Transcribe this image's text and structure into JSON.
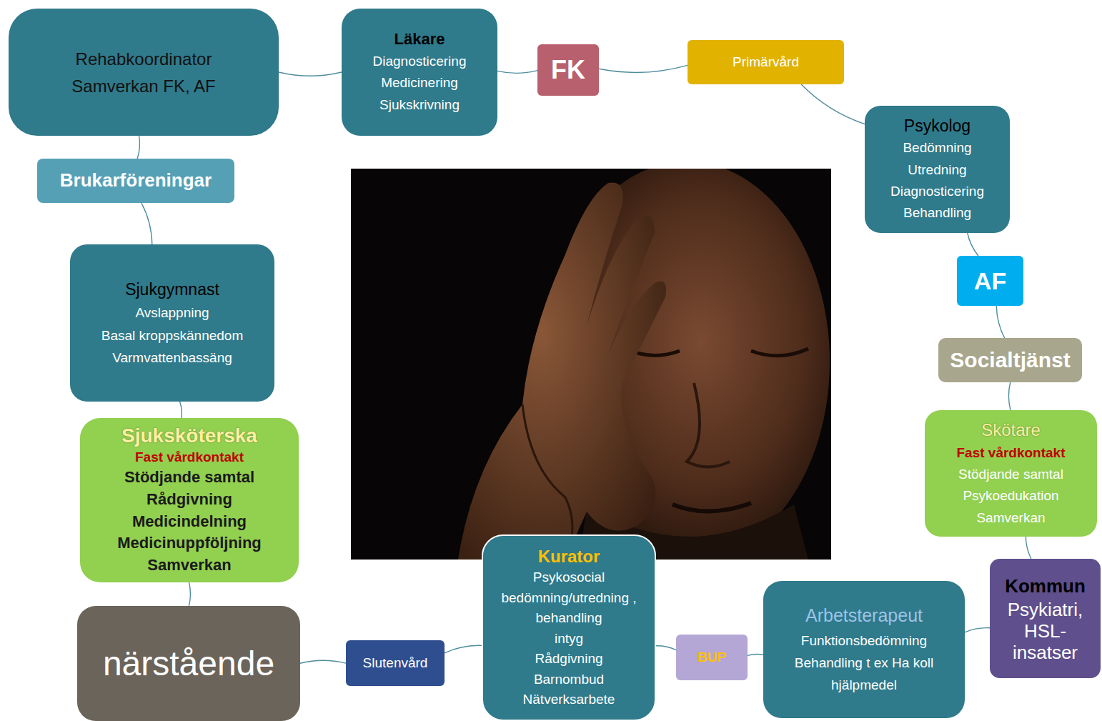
{
  "diagram": {
    "nodes": [
      {
        "text": [
          "Rehabkoordinator",
          "Samverkan FK, AF"
        ]
      },
      {
        "text": [
          "Läkare",
          "Diagnosticering",
          "Medicinering",
          "Sjukskrivning"
        ]
      },
      {
        "text": [
          "FK"
        ]
      },
      {
        "text": [
          "Primärvård"
        ]
      },
      {
        "text": [
          "Psykolog",
          "Bedömning",
          "Utredning",
          "Diagnosticering",
          "Behandling"
        ]
      },
      {
        "text": [
          "AF"
        ]
      },
      {
        "text": [
          "Socialtjänst"
        ]
      },
      {
        "text": [
          "Skötare",
          "Fast vårdkontakt",
          "Stödjande samtal",
          "Psykoedukation",
          "Samverkan"
        ]
      },
      {
        "text": [
          "Kommun",
          "Psykiatri, HSL-insatser"
        ]
      },
      {
        "text": [
          "Arbetsterapeut",
          "Funktionsbedömning",
          "Behandling t ex Ha koll hjälpmedel"
        ]
      },
      {
        "text": [
          "BUP"
        ]
      },
      {
        "text": [
          "Kurator",
          "Psykosocial bedömning/utredning , behandling",
          "intyg",
          "Rådgivning",
          "Barnombud",
          "Nätverksarbete"
        ]
      },
      {
        "text": [
          "Slutenvård"
        ]
      },
      {
        "text": [
          "närstående"
        ]
      },
      {
        "text": [
          "Sjuksköterska",
          "Fast vårdkontakt",
          "Stödjande samtal",
          "Rådgivning",
          "Medicindelning",
          "Medicinuppföljning",
          "Samverkan"
        ]
      },
      {
        "text": [
          "Sjukgymnast",
          "Avslappning",
          "Basal kroppskännedom",
          "Varmvattenbassäng"
        ]
      },
      {
        "text": [
          "Brukarföreningar"
        ]
      }
    ],
    "edges": [
      {
        "from": 0,
        "to": 1,
        "arrow": "none"
      },
      {
        "from": 1,
        "to": 2,
        "arrow": "none"
      },
      {
        "from": 2,
        "to": 3,
        "arrow": "none"
      },
      {
        "from": 3,
        "to": 4,
        "arrow": "none"
      },
      {
        "from": 4,
        "to": 5,
        "arrow": "none"
      },
      {
        "from": 5,
        "to": 6,
        "arrow": "none"
      },
      {
        "from": 6,
        "to": 7,
        "arrow": "none"
      },
      {
        "from": 7,
        "to": 8,
        "arrow": "none"
      },
      {
        "from": 8,
        "to": 9,
        "arrow": "none"
      },
      {
        "from": 9,
        "to": 10,
        "arrow": "none"
      },
      {
        "from": 10,
        "to": 11,
        "arrow": "none"
      },
      {
        "from": 11,
        "to": 12,
        "arrow": "none"
      },
      {
        "from": 12,
        "to": 13,
        "arrow": "none"
      },
      {
        "from": 13,
        "to": 14,
        "arrow": "none"
      },
      {
        "from": 14,
        "to": 15,
        "arrow": "none"
      },
      {
        "from": 15,
        "to": 16,
        "arrow": "none"
      },
      {
        "from": 16,
        "to": 0,
        "arrow": "none"
      }
    ]
  }
}
